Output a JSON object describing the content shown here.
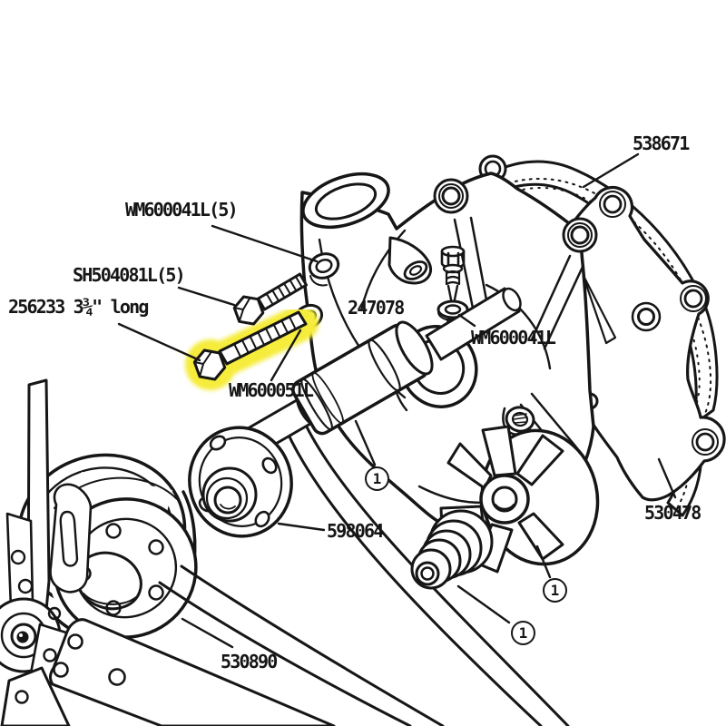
{
  "page": {
    "background_color": "#ffffff"
  },
  "diagram": {
    "subject": "Water pump exploded parts diagram",
    "line_color": "#161616",
    "highlight_color": "#f5ec3a",
    "item_marker": "1",
    "labels": {
      "washer_set": "WM600041L(5)",
      "screw_set": "SH504081L(5)",
      "long_bolt": "256233 3¾\" long",
      "adapter": "247078",
      "washer_single": "WM600041L",
      "long_bolt_washer": "WM600051L",
      "gasket": "538671",
      "hub_flange": "598064",
      "backplate": "530478",
      "pulley": "530890"
    }
  }
}
